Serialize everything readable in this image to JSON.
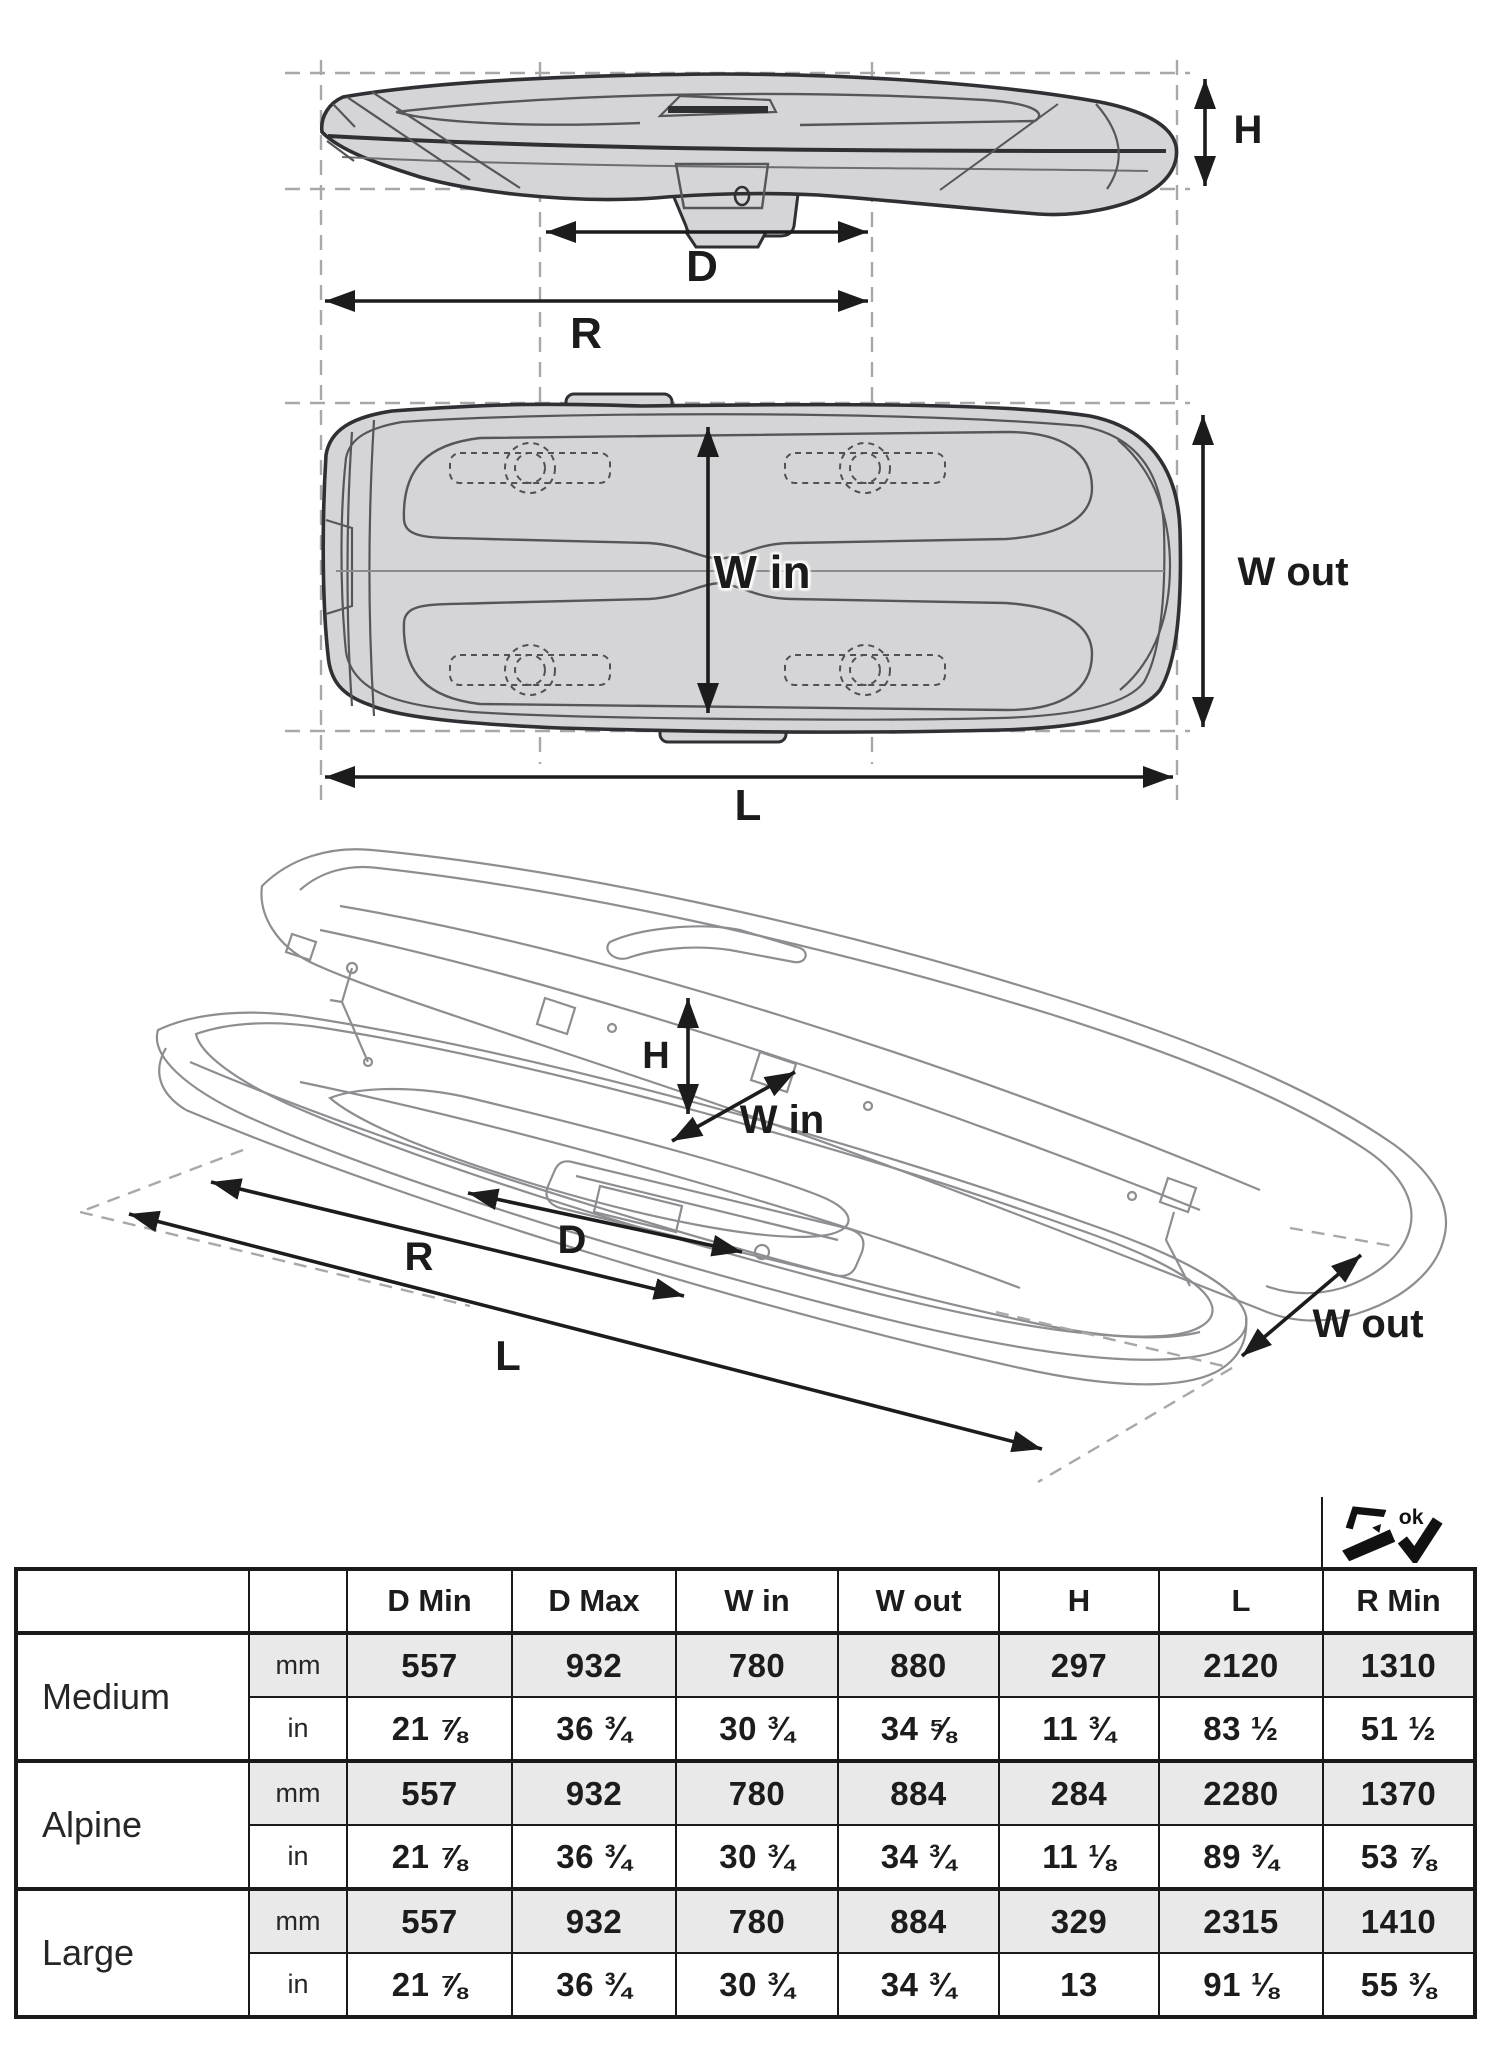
{
  "diagrams": {
    "side": {
      "h": "H",
      "d": "D",
      "r": "R"
    },
    "top": {
      "w_in": "W in",
      "w_out": "W out",
      "l": "L"
    },
    "iso": {
      "h": "H",
      "w_in": "W in",
      "d": "D",
      "r": "R",
      "l": "L",
      "w_out": "W out"
    }
  },
  "badge": {
    "ok": "ok"
  },
  "table": {
    "headers": {
      "d_min": "D Min",
      "d_max": "D Max",
      "w_in": "W in",
      "w_out": "W out",
      "h": "H",
      "l": "L",
      "r_min": "R Min"
    },
    "units": {
      "mm": "mm",
      "in": "in"
    },
    "rows": [
      {
        "name": "Medium",
        "mm": [
          "557",
          "932",
          "780",
          "880",
          "297",
          "2120",
          "1310"
        ],
        "inch": [
          "21 ⅞",
          "36 ¾",
          "30 ¾",
          "34 ⅝",
          "11 ¾",
          "83 ½",
          "51 ½"
        ]
      },
      {
        "name": "Alpine",
        "mm": [
          "557",
          "932",
          "780",
          "884",
          "284",
          "2280",
          "1370"
        ],
        "inch": [
          "21 ⅞",
          "36 ¾",
          "30 ¾",
          "34 ¾",
          "11 ⅛",
          "89 ¾",
          "53 ⅞"
        ]
      },
      {
        "name": "Large",
        "mm": [
          "557",
          "932",
          "780",
          "884",
          "329",
          "2315",
          "1410"
        ],
        "inch": [
          "21 ⅞",
          "36 ¾",
          "30 ¾",
          "34 ¾",
          "13",
          "91 ⅛",
          "55 ⅜"
        ]
      }
    ]
  },
  "colors": {
    "box_fill": "#d5d5d7",
    "dark_line": "#2f3033",
    "iso_line": "#8e8e92",
    "guide": "#a8a8a8",
    "arrow": "#1c1c1c",
    "row_shade": "#e9e9e9",
    "table_border": "#1a1a1a"
  }
}
